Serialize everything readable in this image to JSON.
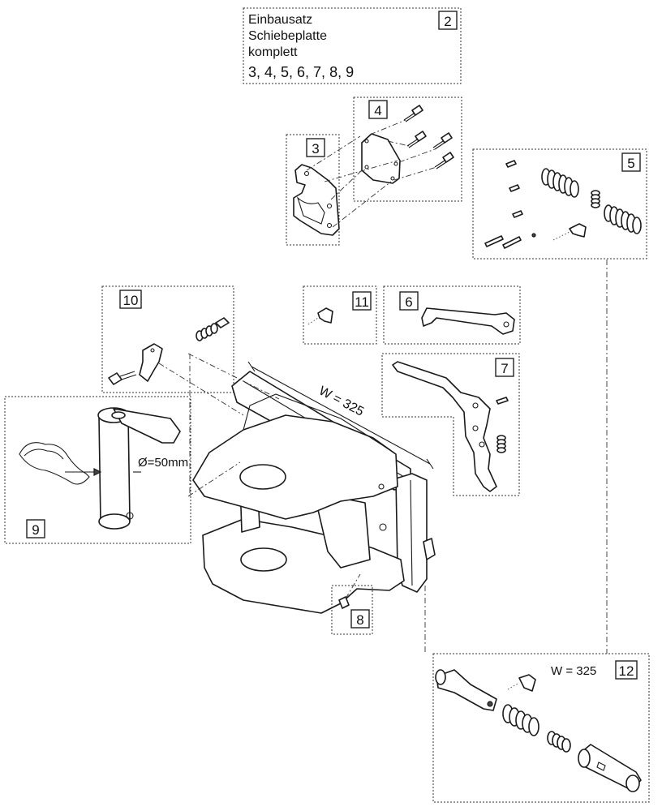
{
  "kit_box": {
    "line1": "Einbausatz",
    "line2": "Schiebeplatte",
    "line3": "komplett",
    "parts": "3, 4, 5, 6, 7, 8, 9",
    "number": "2"
  },
  "callouts": {
    "c3": "3",
    "c4": "4",
    "c5": "5",
    "c6": "6",
    "c7": "7",
    "c8": "8",
    "c9": "9",
    "c10": "10",
    "c11": "11",
    "c12": "12"
  },
  "dimensions": {
    "width_main": "W = 325",
    "width_pin": "W = 325",
    "pin_diameter": "Ø=50mm"
  }
}
